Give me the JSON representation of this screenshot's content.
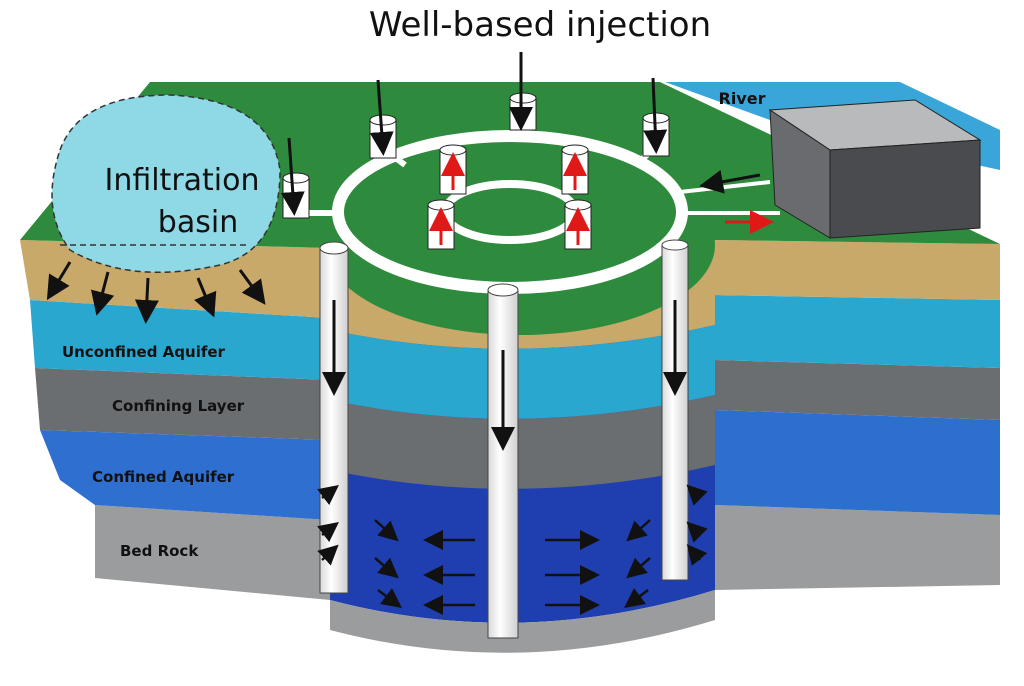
{
  "title": "Well-based injection",
  "labels": {
    "infiltration_line1": "Infiltration",
    "infiltration_line2": "basin",
    "river": "River",
    "unconfined_aquifer": "Unconfined Aquifer",
    "confining_layer": "Confining Layer",
    "confined_aquifer": "Confined Aquifer",
    "bed_rock": "Bed Rock"
  },
  "colors": {
    "ground_surface": "#2e8b3e",
    "soil": "#c9a96a",
    "unconfined_aquifer": "#2aa7cf",
    "confining_layer": "#6b6e70",
    "confined_aquifer": "#1f3fb0",
    "bed_rock": "#9a9c9e",
    "basin": "#8fd8e6",
    "river": "#3aa5d8",
    "facility": "#4a4b4e",
    "flow_arrow": "#111111",
    "return_arrow": "#e01818"
  }
}
